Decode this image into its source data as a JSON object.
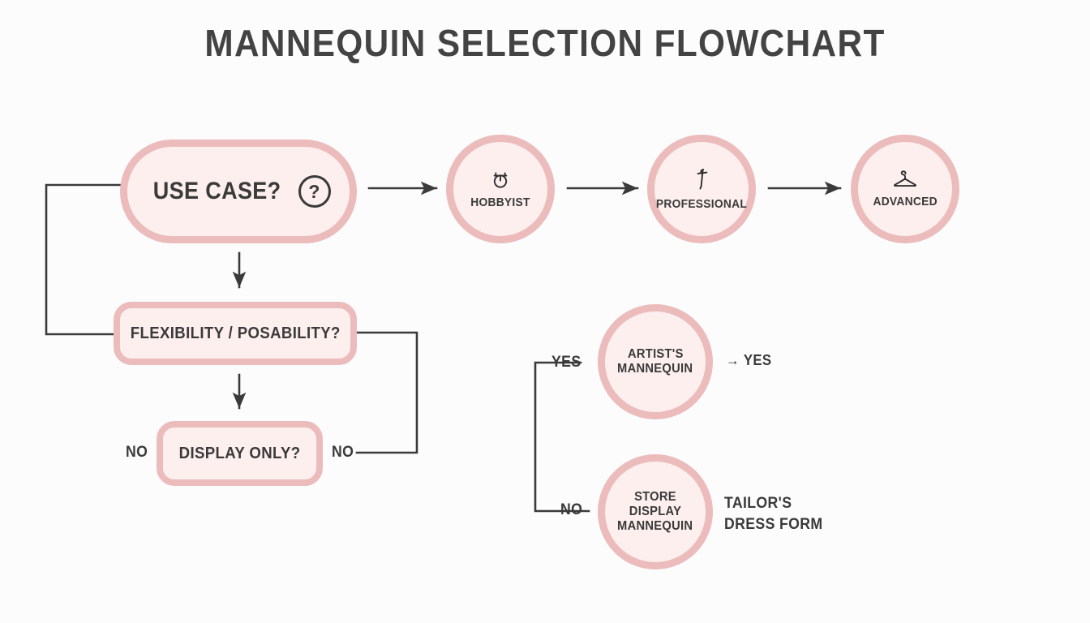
{
  "title": "MANNEQUIN SELECTION FLOWCHART",
  "colors": {
    "background": "#fcfcfc",
    "node_fill": "#fcefed",
    "node_border": "#ebbcbb",
    "text": "#3a3a3a",
    "connector": "#3a3a3a"
  },
  "nodes": {
    "use_case": {
      "label": "USE CASE?",
      "icon": "question-mark-circle-icon",
      "shape": "pill"
    },
    "flexibility": {
      "label": "FLEXIBILITY / POSABILITY?",
      "shape": "rounded-rect"
    },
    "display_only": {
      "label": "DISPLAY ONLY?",
      "shape": "rounded-rect"
    },
    "hobbyist": {
      "label": "HOBBYIST",
      "icon": "thimble-icon",
      "shape": "circle"
    },
    "professional": {
      "label": "PROFESSIONAL",
      "icon": "needle-icon",
      "shape": "circle"
    },
    "advanced": {
      "label": "ADVANCED",
      "icon": "clothes-hanger-icon",
      "shape": "circle"
    },
    "artists_mannequin": {
      "line1": "ARTIST'S",
      "line2": "MANNEQUIN",
      "shape": "circle"
    },
    "store_display_mannequin": {
      "line1": "STORE DISPLAY",
      "line2": "MANNEQUIN",
      "shape": "circle"
    }
  },
  "edge_labels": {
    "no_left": "NO",
    "no_right": "NO",
    "yes_branch": "YES",
    "no_branch": "NO",
    "yes_outcome": "→ YES"
  },
  "annotations": {
    "tailors_dress_form_line1": "TAILOR'S",
    "tailors_dress_form_line2": "DRESS FORM"
  },
  "chart_data": {
    "type": "diagram",
    "title": "MANNEQUIN SELECTION FLOWCHART",
    "nodes": [
      {
        "id": "use_case",
        "label": "USE CASE?",
        "shape": "pill"
      },
      {
        "id": "hobbyist",
        "label": "HOBBYIST",
        "shape": "circle"
      },
      {
        "id": "professional",
        "label": "PROFESSIONAL",
        "shape": "circle"
      },
      {
        "id": "advanced",
        "label": "ADVANCED",
        "shape": "circle"
      },
      {
        "id": "flexibility",
        "label": "FLEXIBILITY / POSABILITY?",
        "shape": "rounded-rect"
      },
      {
        "id": "display_only",
        "label": "DISPLAY ONLY?",
        "shape": "rounded-rect"
      },
      {
        "id": "artists_mannequin",
        "label": "ARTIST'S MANNEQUIN",
        "shape": "circle"
      },
      {
        "id": "store_display_mannequin",
        "label": "STORE DISPLAY MANNEQUIN",
        "shape": "circle"
      }
    ],
    "edges": [
      {
        "from": "use_case",
        "to": "hobbyist",
        "label": ""
      },
      {
        "from": "hobbyist",
        "to": "professional",
        "label": ""
      },
      {
        "from": "professional",
        "to": "advanced",
        "label": ""
      },
      {
        "from": "use_case",
        "to": "flexibility",
        "label": ""
      },
      {
        "from": "flexibility",
        "to": "display_only",
        "label": ""
      },
      {
        "from": "flexibility",
        "to": "use_case",
        "label": ""
      },
      {
        "from": "flexibility",
        "to": "display_only",
        "label": "NO"
      },
      {
        "from": "display_only",
        "to": "artists_mannequin",
        "label": "YES"
      },
      {
        "from": "display_only",
        "to": "store_display_mannequin",
        "label": "NO"
      },
      {
        "from": "artists_mannequin",
        "to": "outcome",
        "label": "→ YES"
      }
    ]
  }
}
